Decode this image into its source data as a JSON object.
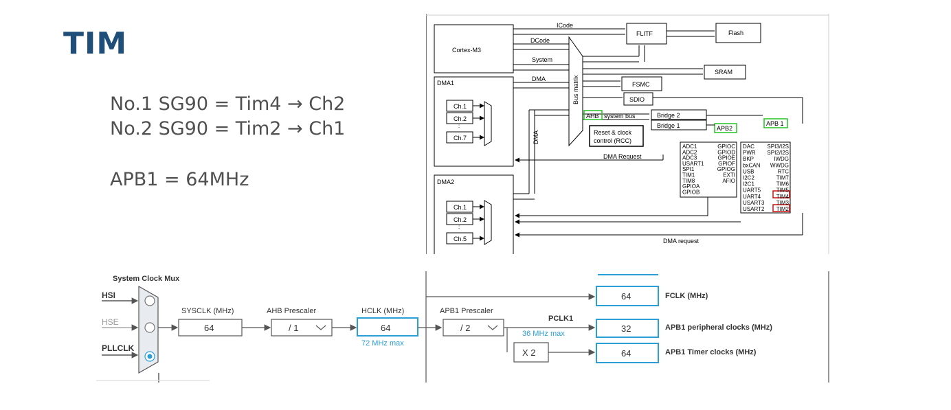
{
  "slide": {
    "title": "TIM",
    "lines": [
      "No.1  SG90 = Tim4 → Ch2",
      "No.2  SG90 = Tim2 → Ch1",
      "APB1 = 64MHz"
    ]
  },
  "block_diagram": {
    "icode": "ICode",
    "dcode": "DCode",
    "system": "System",
    "dma": "DMA",
    "cortex": "Cortex-M3",
    "flitf": "FLITF",
    "flash": "Flash",
    "sram": "SRAM",
    "fsmc": "FSMC",
    "sdio": "SDIO",
    "bus_matrix": "Bus matrix",
    "ahb": "AHB",
    "system_bus": "system bus",
    "bridge2": "Bridge  2",
    "bridge1": "Bridge  1",
    "rcc_line1": "Reset & clock",
    "rcc_line2": "control (RCC)",
    "apb1": "APB 1",
    "apb2": "APB2",
    "dma1": "DMA1",
    "dma2": "DMA2",
    "dma_vertical": "DMA",
    "dma1_channels": [
      "Ch.1",
      "Ch.2",
      "Ch.7"
    ],
    "dma2_channels": [
      "Ch.1",
      "Ch.2",
      "Ch.5"
    ],
    "dma_request_1": "DMA Request",
    "dma_request_2": "DMA request",
    "apb2_left": [
      "ADC1",
      "ADC2",
      "ADC3",
      "USART1",
      "SPI1",
      "TIM1",
      "TIM8",
      "GPIOA",
      "GPIOB"
    ],
    "apb2_right": [
      "GPIOC",
      "GPIOD",
      "GPIOE",
      "GPIOF",
      "GPIOG",
      "EXTI",
      "AFIO"
    ],
    "apb1_left": [
      "DAC",
      "PWR",
      "BKP",
      "bxCAN",
      "USB",
      "I2C2",
      "I2C1",
      "UART5",
      "UART4",
      "USART3",
      "USART2"
    ],
    "apb1_right": [
      "SPI3/I2S",
      "SPI2/I2S",
      "IWDG",
      "WWDG",
      "RTC",
      "TIM7",
      "TIM6",
      "TIM5",
      "TIM4",
      "TIM3",
      "TIM2"
    ],
    "highlight_color_green": "#22c422",
    "highlight_color_red": "#cc1111"
  },
  "clock_config": {
    "mux_title": "System Clock Mux",
    "hsi": "HSI",
    "hse": "HSE",
    "pllclk": "PLLCLK",
    "sysclk_label": "SYSCLK (MHz)",
    "sysclk_value": "64",
    "ahb_label": "AHB Prescaler",
    "ahb_value": "/ 1",
    "hclk_label": "HCLK (MHz)",
    "hclk_value": "64",
    "hclk_max": "72 MHz max",
    "apb1_label": "APB1 Prescaler",
    "apb1_value": "/ 2",
    "pclk1_label": "PCLK1",
    "pclk1_max": "36 MHz max",
    "x2": "X 2",
    "fclk_value": "64",
    "fclk_label": "FCLK (MHz)",
    "apb1_periph_value": "32",
    "apb1_periph_label": "APB1 peripheral clocks (MHz)",
    "apb1_timer_value": "64",
    "apb1_timer_label": "APB1 Timer clocks (MHz)",
    "accent_color": "#2a9fd6"
  }
}
